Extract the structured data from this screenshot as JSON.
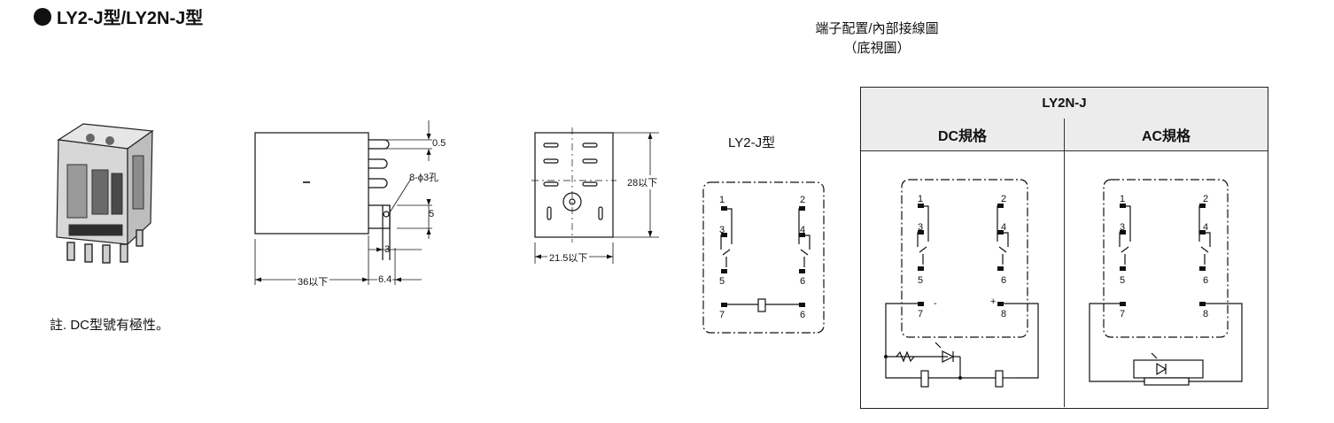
{
  "header": {
    "title": "LY2-J型/LY2N-J型"
  },
  "note": "註. DC型號有極性。",
  "dimensions": {
    "side_view": {
      "pin_offset": "0.5",
      "hole_label": "8-ϕ3孔",
      "height_5": "5",
      "pin_3": "3",
      "length": "36以下",
      "pin_length": "6.4"
    },
    "bottom_view": {
      "height": "28以下",
      "width": "21.5以下"
    }
  },
  "terminal_diagram": {
    "heading_line1": "端子配置/內部接線圖",
    "heading_line2": "（底視圖）",
    "ly2_label": "LY2-J型",
    "table_title": "LY2N-J",
    "dc_label": "DC規格",
    "ac_label": "AC規格",
    "pins": [
      "1",
      "2",
      "3",
      "4",
      "5",
      "6",
      "7",
      "8"
    ],
    "plus": "+",
    "minus": "-"
  }
}
